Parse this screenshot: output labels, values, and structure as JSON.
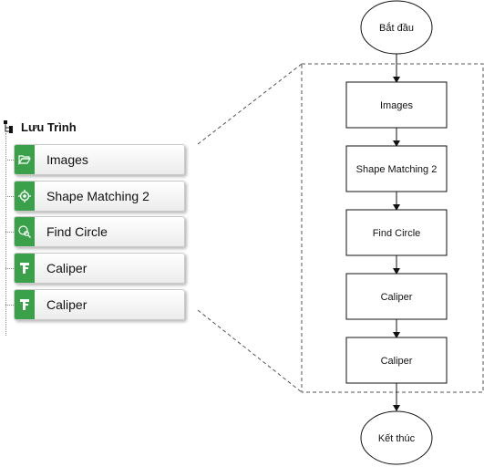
{
  "tree": {
    "title": "Lưu Trình",
    "items": [
      {
        "label": "Images",
        "icon": "folder-open-icon"
      },
      {
        "label": "Shape Matching 2",
        "icon": "target-icon"
      },
      {
        "label": "Find Circle",
        "icon": "search-circle-icon"
      },
      {
        "label": "Caliper",
        "icon": "caliper-icon"
      },
      {
        "label": "Caliper",
        "icon": "caliper-icon"
      }
    ]
  },
  "flow": {
    "start": "Bắt đầu",
    "end": "Kết thúc",
    "steps": [
      "Images",
      "Shape Matching 2",
      "Find Circle",
      "Caliper",
      "Caliper"
    ]
  },
  "colors": {
    "accent": "#3aa14a",
    "item_border": "#c9c9c9",
    "line": "#333333"
  }
}
